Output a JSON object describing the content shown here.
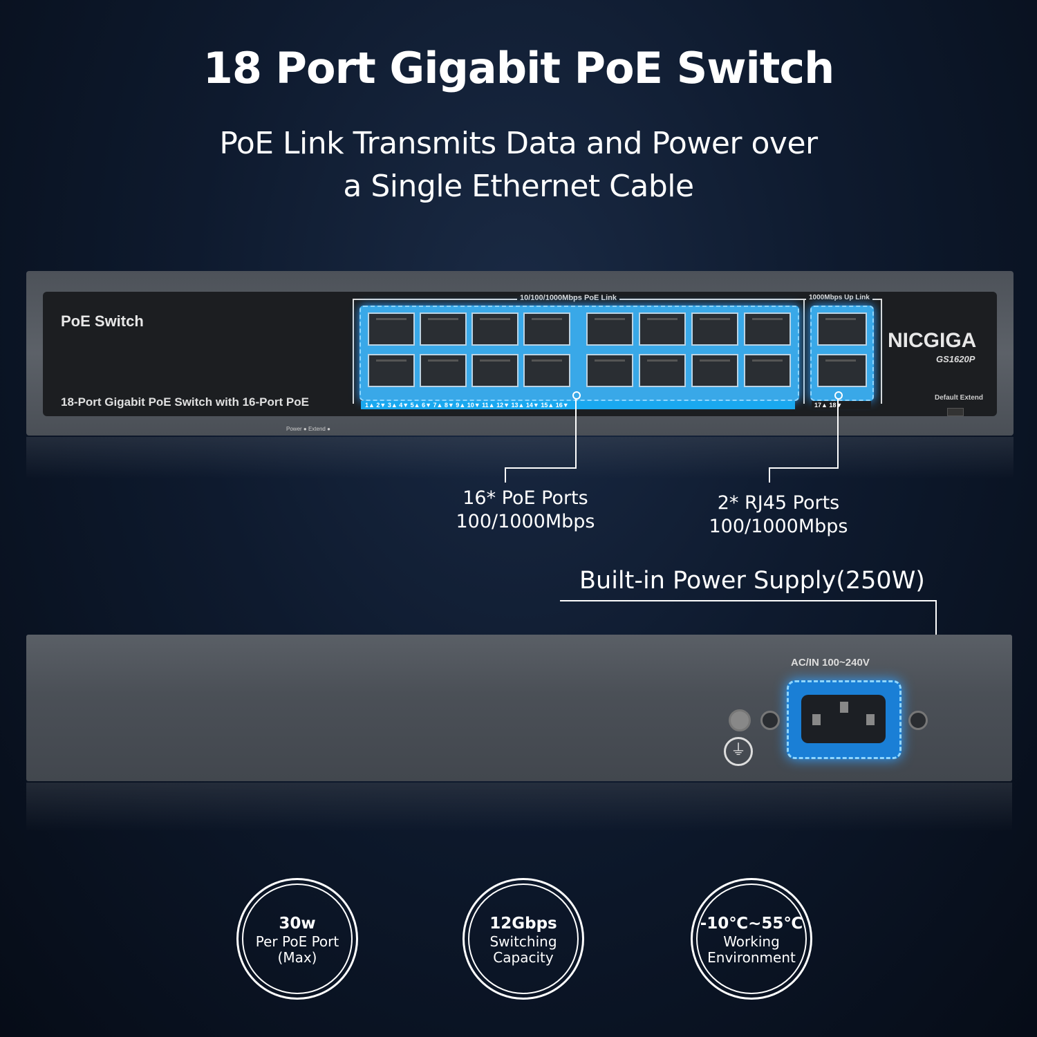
{
  "title": "18 Port Gigabit PoE Switch",
  "subtitle_line1": "PoE Link Transmits Data and Power over",
  "subtitle_line2": "a Single Ethernet Cable",
  "front_panel": {
    "label": "PoE Switch",
    "description": "18-Port Gigabit PoE Switch with 16-Port PoE",
    "led_labels": "Power ● Extend ●",
    "poe_group_label": "10/100/1000Mbps  PoE Link",
    "uplink_group_label": "1000Mbps Up Link",
    "brand": "NICGIGA",
    "model": "GS1620P",
    "switch_label": "Default  Extend",
    "poe_port_numbers": "1▲  2▼  3▲  4▼  5▲  6▼  7▲  8▼  9▲  10▼  11▲  12▼  13▲  14▼  15▲  16▼",
    "uplink_port_numbers": "17▲  18▼"
  },
  "callouts": {
    "poe_ports_line1": "16* PoE Ports",
    "poe_ports_line2": "100/1000Mbps",
    "rj45_ports_line1": "2* RJ45 Ports",
    "rj45_ports_line2": "100/1000Mbps",
    "power_supply": "Built-in Power Supply(250W)"
  },
  "back_panel": {
    "ac_label": "AC/IN 100~240V",
    "ground_symbol": "⏚"
  },
  "specs": [
    {
      "main": "30w",
      "line1": "Per PoE Port",
      "line2": "(Max)"
    },
    {
      "main": "12Gbps",
      "line1": "Switching",
      "line2": "Capacity"
    },
    {
      "main": "-10℃~55℃",
      "line1": "Working",
      "line2": "Environment"
    }
  ]
}
